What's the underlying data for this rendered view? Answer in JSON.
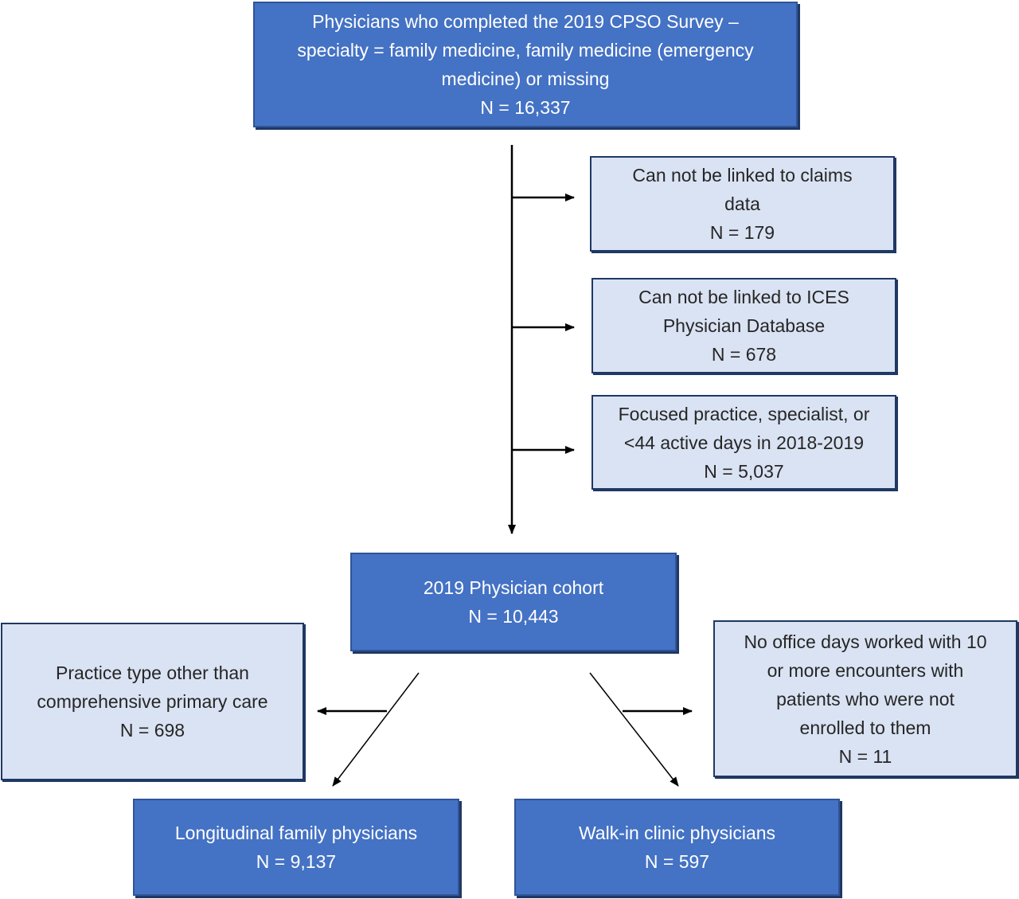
{
  "nodes": {
    "survey": {
      "lines": [
        "Physicians who completed the 2019 CPSO Survey –",
        "specialty = family medicine, family medicine (emergency",
        "medicine) or missing"
      ],
      "n": "N = 16,337"
    },
    "excl_claims": {
      "lines": [
        "Can not be linked to claims",
        "data"
      ],
      "n": "N = 179"
    },
    "excl_ices": {
      "lines": [
        "Can not be linked to ICES",
        "Physician Database"
      ],
      "n": "N = 678"
    },
    "excl_focused": {
      "lines": [
        "Focused practice, specialist, or",
        "<44 active days in 2018-2019"
      ],
      "n": "N = 5,037"
    },
    "cohort": {
      "lines": [
        "2019 Physician cohort"
      ],
      "n": "N = 10,443"
    },
    "excl_practice": {
      "lines": [
        "Practice type other than",
        "comprehensive primary care"
      ],
      "n": "N = 698"
    },
    "excl_office": {
      "lines": [
        "No office days worked with 10",
        "or more encounters with",
        "patients who were not",
        "enrolled to them"
      ],
      "n": "N = 11"
    },
    "longitudinal": {
      "lines": [
        "Longitudinal family physicians"
      ],
      "n": "N = 9,137"
    },
    "walkin": {
      "lines": [
        "Walk-in clinic physicians"
      ],
      "n": "N = 597"
    }
  },
  "colors": {
    "dark_fill": "#4472c4",
    "light_fill": "#dae3f3",
    "line": "#000000"
  }
}
